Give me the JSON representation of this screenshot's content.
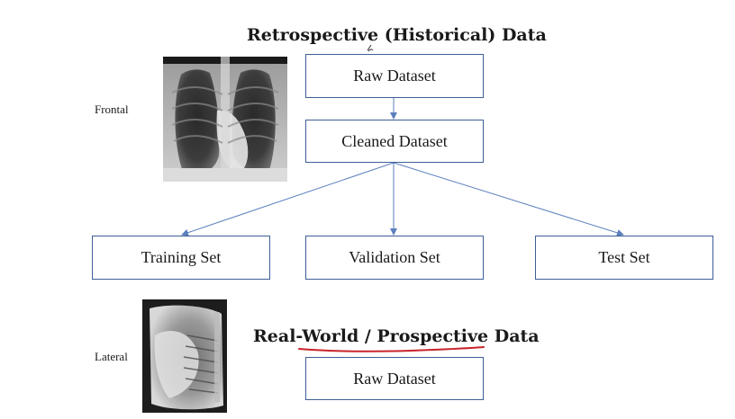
{
  "retrospective": {
    "title": "Retrospective (Historical) Data",
    "raw": "Raw Dataset",
    "cleaned": "Cleaned Dataset",
    "splits": [
      "Training Set",
      "Validation Set",
      "Test Set"
    ]
  },
  "prospective": {
    "title": "Real-World / Prospective Data",
    "raw": "Raw Dataset"
  },
  "images": {
    "frontal_caption": "Frontal",
    "lateral_caption": "Lateral"
  },
  "colors": {
    "box_border": "#3d5f96",
    "arrow": "#5b7fbd",
    "underline": "#c8242b"
  }
}
